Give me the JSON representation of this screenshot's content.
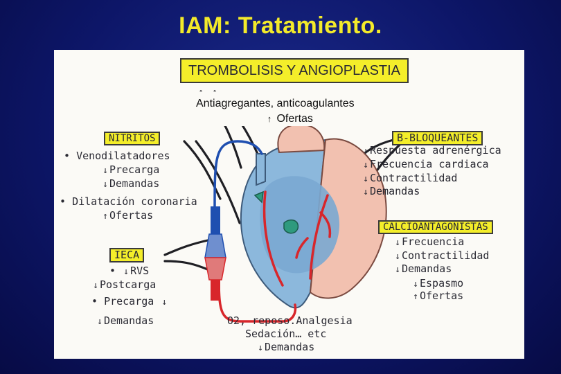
{
  "slide": {
    "title": "IAM: Tratamiento.",
    "header_label": "TROMBOLISIS Y ANGIOPLASTIA",
    "subtitle_line1": "Antiagregantes, anticoagulantes",
    "subtitle_line2": "Ofertas"
  },
  "nitritos": {
    "label": "NITRITOS",
    "lines": [
      "Venodilatadores",
      "Precarga",
      "Demandas",
      "Dilatación coronaria",
      "Ofertas"
    ]
  },
  "ieca": {
    "label": "IECA",
    "lines": [
      "RVS",
      "Postcarga",
      "Precarga",
      "Demandas"
    ]
  },
  "bbloq": {
    "label": "B-BLOQUEANTES",
    "lines": [
      "Respuesta adrenérgica",
      "Frecuencia cardiaca",
      "Contractilidad",
      "Demandas"
    ]
  },
  "calcio": {
    "label": "CALCIOANTAGONISTAS",
    "lines": [
      "Frecuencia",
      "Contractilidad",
      "Demandas",
      "Espasmo",
      "Ofertas"
    ]
  },
  "bottom": {
    "line1a": "O2, reposo.",
    "line1b": "Analgesia",
    "line2": "Sedación… etc",
    "line3": "Demandas"
  },
  "colors": {
    "background": "#0d1668",
    "title": "#f3ea2a",
    "highlight": "#f4ee2a",
    "heart_blue": "#8cb8dc",
    "heart_pink": "#f2c1b0",
    "artery_red": "#d8262b",
    "vein_blue": "#1f4fb0"
  }
}
